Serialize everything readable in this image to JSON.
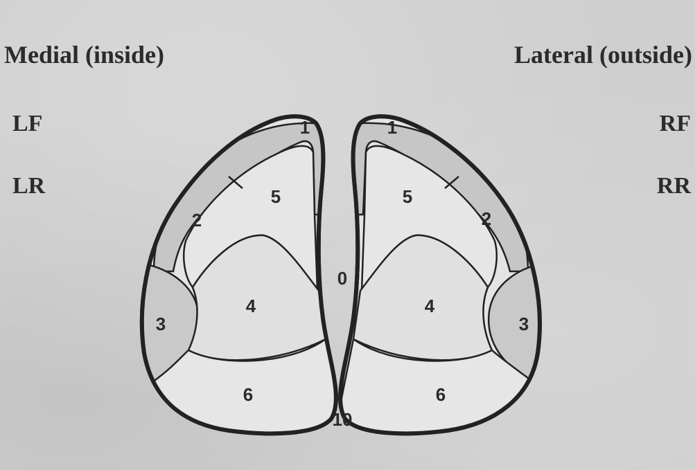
{
  "headings": {
    "medial": "Medial (inside)",
    "lateral": "Lateral (outside)"
  },
  "side_codes": {
    "left_front": "LF",
    "left_rear": "LR",
    "right_front": "RF",
    "right_rear": "RR"
  },
  "zones": {
    "left": {
      "toe_rim": "1",
      "side_wall": "2",
      "heel_side": "3",
      "center": "4",
      "upper_sole": "5",
      "heel": "6"
    },
    "right": {
      "toe_rim": "1",
      "side_wall": "2",
      "heel_side": "3",
      "center": "4",
      "upper_sole": "5",
      "heel": "6"
    },
    "interdigital": "0",
    "heel_gap": "10"
  }
}
